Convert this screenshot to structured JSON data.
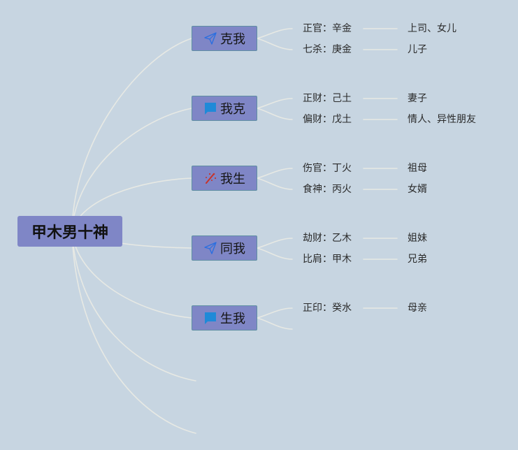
{
  "root": {
    "title": "甲木男十神"
  },
  "colors": {
    "background": "#c7d5e1",
    "node_fill": "#7f86c6",
    "connector": "#e7e9e4"
  },
  "branches": [
    {
      "label": "克我",
      "icon": "paper-plane-icon",
      "items": [
        {
          "god": "正官：辛金",
          "relation": "上司、女儿"
        },
        {
          "god": "七杀：庚金",
          "relation": "儿子"
        }
      ]
    },
    {
      "label": "我克",
      "icon": "flag-icon",
      "items": [
        {
          "god": "正财：己土",
          "relation": "妻子"
        },
        {
          "god": "偏财：戊土",
          "relation": "情人、异性朋友"
        }
      ]
    },
    {
      "label": "我生",
      "icon": "fireworks-icon",
      "items": [
        {
          "god": "伤官：丁火",
          "relation": "祖母"
        },
        {
          "god": "食神：丙火",
          "relation": "女婿"
        }
      ]
    },
    {
      "label": "同我",
      "icon": "paper-plane-icon",
      "items": [
        {
          "god": "劫财：乙木",
          "relation": "姐妹"
        },
        {
          "god": "比肩：甲木",
          "relation": "兄弟"
        }
      ]
    },
    {
      "label": "生我",
      "icon": "flag-icon",
      "items": [
        {
          "god": "正印：癸水",
          "relation": "母亲"
        }
      ]
    }
  ]
}
